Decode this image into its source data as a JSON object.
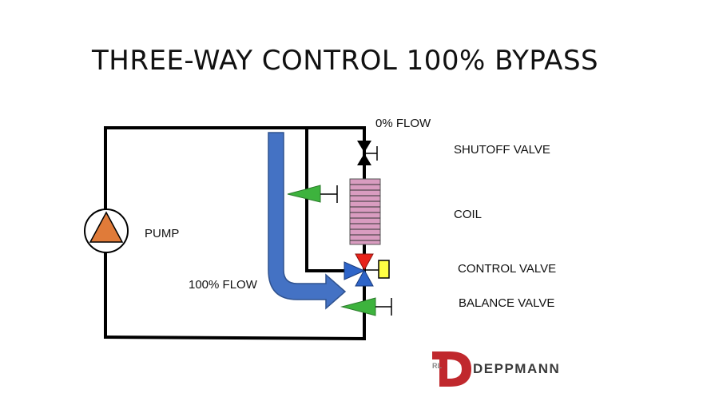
{
  "title": "THREE-WAY CONTROL 100% BYPASS",
  "labels": {
    "zero_flow": "0% FLOW",
    "shutoff_valve": "SHUTOFF VALVE",
    "coil": "COIL",
    "pump": "PUMP",
    "control_valve": "CONTROL VALVE",
    "hundred_flow": "100% FLOW",
    "balance_valve": "BALANCE VALVE"
  },
  "logo": {
    "mark": "RL",
    "name": "DEPPMANN"
  },
  "colors": {
    "pipe": "#000000",
    "flow_arrow": "#4472c4",
    "pump": "#e07b39",
    "balance_valve": "#3db33d",
    "coil": "#d99cc0",
    "control_valve_top": "#e8231b",
    "control_valve_bottom": "#2e64c8",
    "actuator": "#ffff44",
    "logo_red": "#c0282d"
  }
}
